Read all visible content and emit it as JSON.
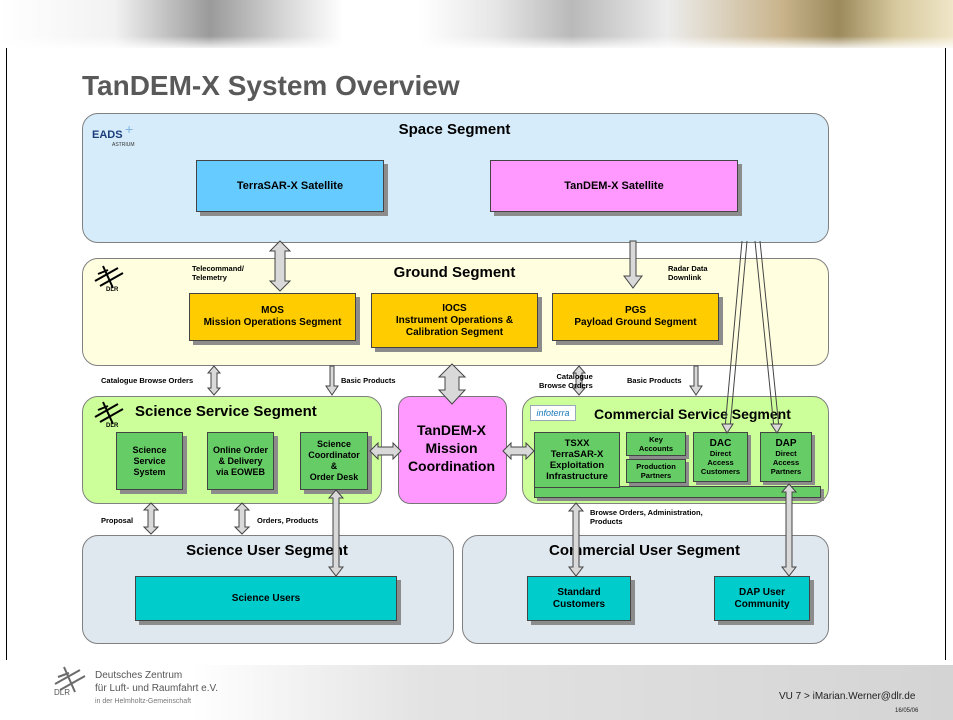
{
  "title": "TanDEM-X System Overview",
  "logos": {
    "eads": "EADS",
    "astrium": "ASTRIUM",
    "dlr": "DLR",
    "infoterra": "infoterra"
  },
  "space_segment": {
    "title": "Space Segment",
    "terrasar": "TerraSAR-X Satellite",
    "tandem": "TanDEM-X Satellite"
  },
  "ground_segment": {
    "title": "Ground Segment",
    "mos": [
      "MOS",
      "Mission Operations Segment"
    ],
    "iocs": [
      "IOCS",
      "Instrument Operations &",
      "Calibration Segment"
    ],
    "pgs": [
      "PGS",
      "Payload Ground Segment"
    ]
  },
  "science_service": {
    "title": "Science Service Segment",
    "system": [
      "Science",
      "Service",
      "System"
    ],
    "online": [
      "Online Order",
      "& Delivery",
      "via EOWEB"
    ],
    "coordinator": [
      "Science",
      "Coordinator",
      "&",
      "Order Desk"
    ]
  },
  "mission_coordination": [
    "TanDEM-X",
    "Mission",
    "Coordination"
  ],
  "commercial_service": {
    "title": "Commercial Service Segment",
    "tsxx": [
      "TSXX",
      "TerraSAR-X",
      "Exploitation",
      "Infrastructure"
    ],
    "key_accounts": [
      "Key",
      "Accounts"
    ],
    "production": [
      "Production",
      "Partners"
    ],
    "dac": [
      "DAC",
      "Direct",
      "Access",
      "Customers"
    ],
    "dap": [
      "DAP",
      "Direct",
      "Access",
      "Partners"
    ]
  },
  "science_user": {
    "title": "Science User Segment",
    "users": "Science Users"
  },
  "commercial_user": {
    "title": "Commercial User Segment",
    "standard": [
      "Standard",
      "Customers"
    ],
    "dap_users": [
      "DAP User",
      "Community"
    ]
  },
  "arrow_labels": {
    "telecommand": [
      "Telecommand/",
      "Telemetry"
    ],
    "radar": [
      "Radar Data",
      "Downlink"
    ],
    "catalogue_left": "Catalogue Browse Orders",
    "basic_left": "Basic Products",
    "catalogue_right": [
      "Catalogue",
      "Browse Orders"
    ],
    "basic_right": "Basic Products",
    "proposal": "Proposal",
    "orders_products": "Orders, Products",
    "browse_admin": [
      "Browse Orders, Administration,",
      "Products"
    ]
  },
  "footer": {
    "org_line1": "Deutsches Zentrum",
    "org_line2": "für Luft- und Raumfahrt e.V.",
    "org_line3": "in der Helmholtz-Gemeinschaft",
    "slide_info": "VU 7 > iMarian.Werner@dlr.de",
    "date": "16/05/06"
  }
}
